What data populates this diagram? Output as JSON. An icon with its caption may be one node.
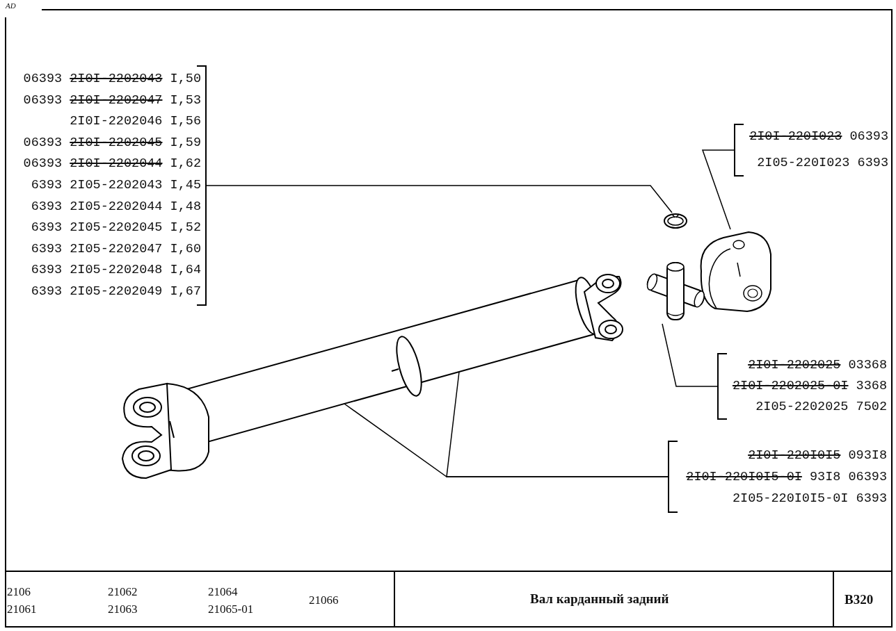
{
  "diagram": {
    "title": "Вал карданный задний",
    "nodes": [
      {
        "text": [
          "06393 2I0I-2202043 I,50",
          "06393 2I0I-2202047 I,53",
          "2I0I-2202046 I,56",
          "06393 2I0I-2202045 I,59",
          "06393 2I0I-2202044 I,62",
          "6393 2I05-2202043 I,45",
          "6393 2I05-2202044 I,48",
          "6393 2I05-2202045 I,52",
          "6393 2I05-2202047 I,60",
          "6393 2I05-2202048 I,64",
          "6393 2I05-2202049 I,67"
        ]
      },
      {
        "text": [
          "2I0I-220I023 06393",
          "2I05-220I023 6393"
        ]
      },
      {
        "text": [
          "2I0I-2202025 03368",
          "2I0I-2202025-0I 3368",
          "2I05-2202025 7502"
        ]
      },
      {
        "text": [
          "2I0I-220I0I5 093I8",
          "2I0I-220I0I5-0I 93I8 06393",
          "2I05-220I0I5-0I 6393"
        ]
      },
      {
        "text": [],
        "shape": "picture"
      },
      {
        "text": [],
        "shape": "picture"
      },
      {
        "text": [],
        "shape": "picture"
      },
      {
        "text": [],
        "shape": "picture"
      }
    ],
    "edges": [
      {
        "from": 0,
        "to": 4,
        "arrow": "none"
      },
      {
        "from": 1,
        "to": 5,
        "arrow": "none"
      },
      {
        "from": 2,
        "to": 6,
        "arrow": "none"
      },
      {
        "from": 3,
        "to": 7,
        "arrow": "none"
      },
      {
        "from": 3,
        "to": 7,
        "arrow": "none"
      }
    ],
    "labels": [
      "AD",
      "2106",
      "21061",
      "21062",
      "21063",
      "21064",
      "21065-01",
      "21066",
      "В320"
    ]
  }
}
